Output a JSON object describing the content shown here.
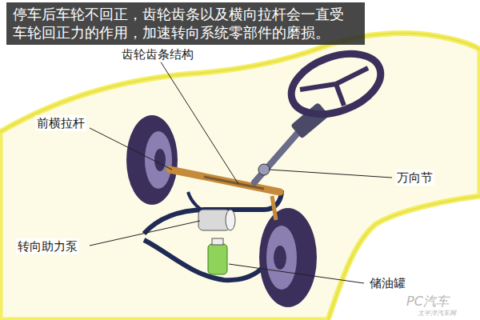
{
  "diagram": {
    "title": "停车后车轮不回正，齿轮齿条以及横向拉杆会一直受 车轮回正力的作用，加速转向系统零部件的磨损。",
    "labels": [
      "齿轮齿条结构",
      "前横拉杆",
      "万向节",
      "转向助力泵",
      "储油罐",
      "PC汽车",
      "太平洋汽车网"
    ]
  }
}
